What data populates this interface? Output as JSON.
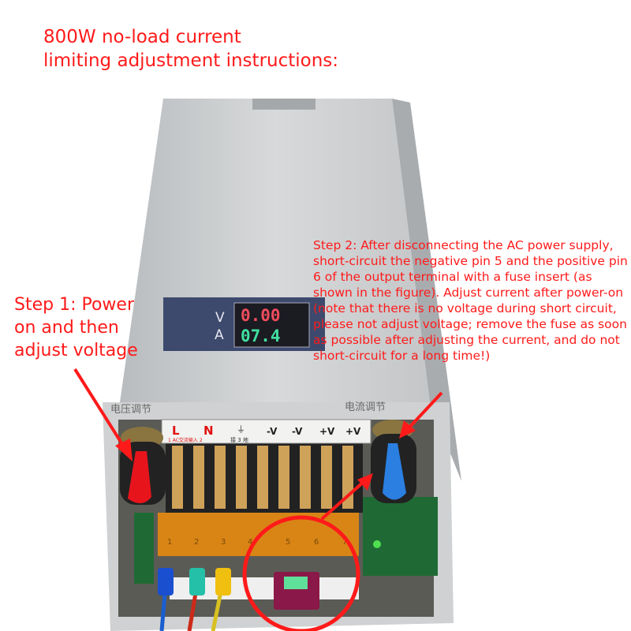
{
  "title": {
    "line1": "800W no-load current",
    "line2": "limiting adjustment instructions:"
  },
  "step1": {
    "line1": "Step 1: Power",
    "line2": "on and then",
    "line3": "adjust voltage"
  },
  "step2": {
    "text": "Step 2: After disconnecting the AC power supply, short-circuit the negative pin 5 and the positive pin 6 of the output terminal with a fuse insert (as shown in the figure). Adjust current after power-on (note that there is no voltage during short circuit, please not adjust voltage; remove the fuse as soon as possible after adjusting the current, and do not short-circuit for a long time!)"
  },
  "device": {
    "display": {
      "v_label": "V",
      "a_label": "A",
      "voltage": "0.00",
      "current": "07.4"
    },
    "voltage_adjust_label": "电压调节",
    "current_adjust_label": "电流调节",
    "terminal_labels": {
      "l": "L",
      "n": "N",
      "ac_input": "1 AC交流输入 2",
      "ground": "接 3 地",
      "neg1": "-V",
      "neg2": "-V",
      "pos1": "+V",
      "pos2": "+V"
    },
    "terminal_numbers": [
      "1",
      "2",
      "3",
      "4",
      "5",
      "6",
      "7"
    ]
  },
  "colors": {
    "annotation": "#ff1a1a",
    "voltage_knob": "#e8141c",
    "current_knob": "#2a7fe0",
    "display_panel": "#3d4a6e"
  }
}
